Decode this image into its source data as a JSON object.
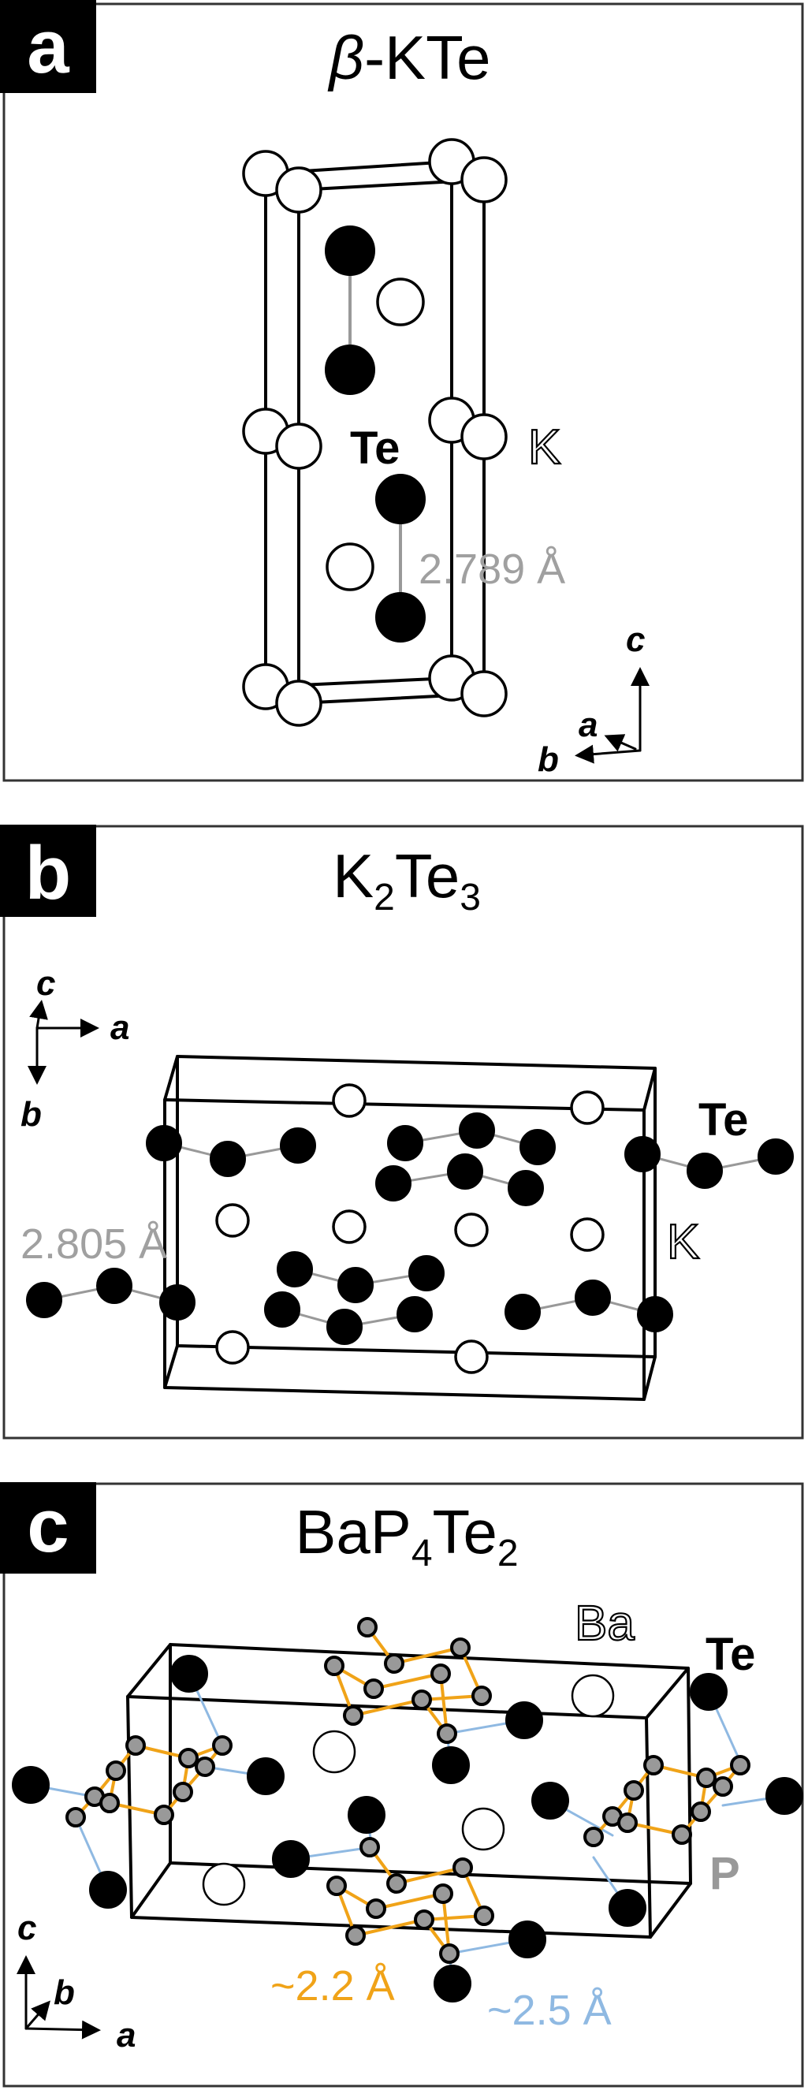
{
  "panel_a": {
    "label": "a",
    "title": {
      "beta": "β",
      "rest": "-KTe"
    },
    "atom_labels": {
      "te": "Te",
      "k": "K"
    },
    "bond_length": "2.789 Å",
    "axes": {
      "a": "a",
      "b": "b",
      "c": "c"
    }
  },
  "panel_b": {
    "label": "b",
    "title": {
      "k": "K",
      "k_sub": "2",
      "te": "Te",
      "te_sub": "3"
    },
    "atom_labels": {
      "te": "Te",
      "k": "K"
    },
    "bond_length": "2.805 Å",
    "axes": {
      "a": "a",
      "b": "b",
      "c": "c"
    }
  },
  "panel_c": {
    "label": "c",
    "title": {
      "ba": "Ba",
      "p": "P",
      "p_sub": "4",
      "te": "Te",
      "te_sub": "2"
    },
    "atom_labels": {
      "ba": "Ba",
      "te": "Te",
      "p": "P"
    },
    "bond_lengths": {
      "p_p": "~2.2 Å",
      "p_te": "~2.5 Å"
    },
    "axes": {
      "a": "a",
      "b": "b",
      "c": "c"
    }
  },
  "colors": {
    "te_bond": "#999999",
    "p_p_bond": "#f0a318",
    "p_te_bond": "#8fb9e2",
    "p_atom": "#999999",
    "distance_text_gray": "#a0a0a0"
  }
}
